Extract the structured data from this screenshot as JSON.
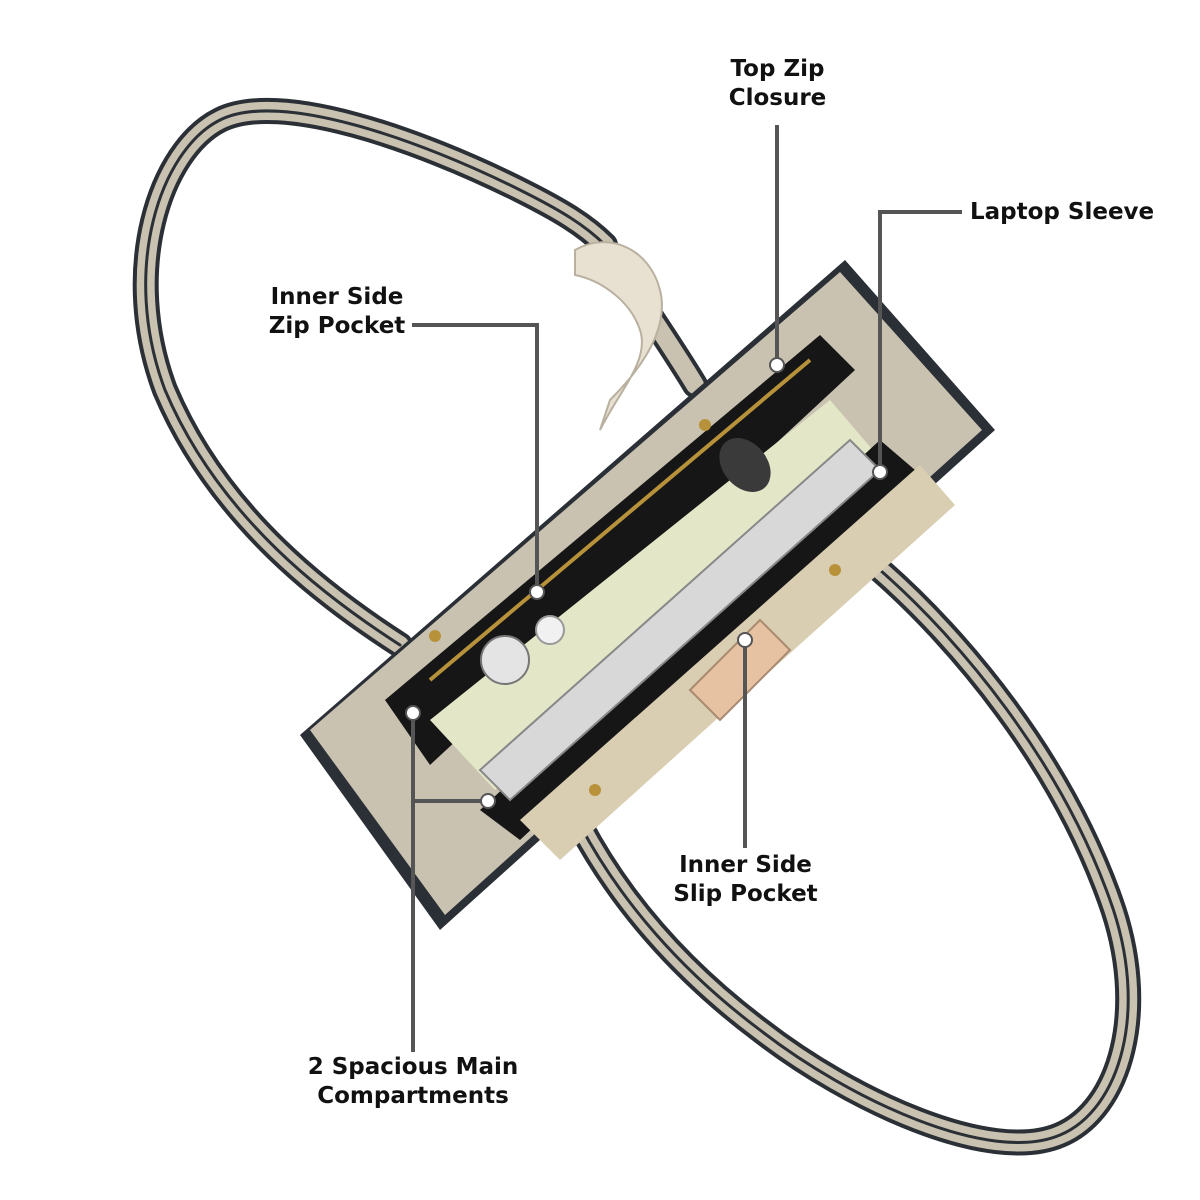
{
  "callouts": {
    "top_zip_closure": {
      "line1": "Top Zip",
      "line2": "Closure"
    },
    "laptop_sleeve": {
      "line1": "Laptop Sleeve"
    },
    "inner_side_zip_pocket": {
      "line1": "Inner Side",
      "line2": "Zip Pocket"
    },
    "inner_side_slip_pocket": {
      "line1": "Inner Side",
      "line2": "Slip Pocket"
    },
    "main_compartments": {
      "line1": "2 Spacious Main",
      "line2": "Compartments"
    }
  },
  "colors": {
    "leader_line": "#555555",
    "marker_dot": "#ffffff",
    "bag_body": "#c9c2b1",
    "bag_edge": "#2b2f36",
    "lining": "#e3e6c7",
    "compartment_dark": "#161616",
    "hardware": "#b8923a"
  },
  "icons": {
    "handbag": "handbag-illustration",
    "scarf": "twilly-scarf",
    "laptop": "laptop-device",
    "phone": "smartphone-device"
  }
}
